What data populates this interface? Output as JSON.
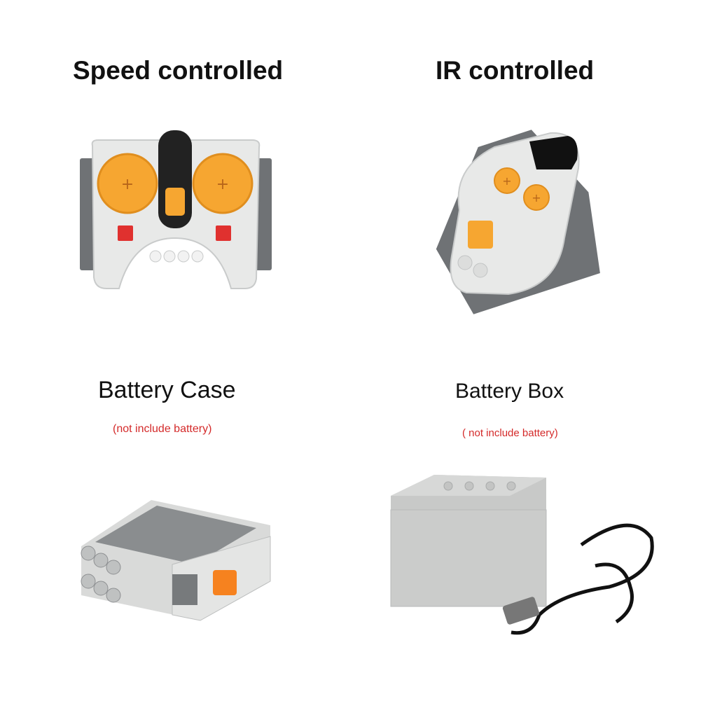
{
  "products": [
    {
      "title": "Speed controlled",
      "note": ""
    },
    {
      "title": "IR controlled",
      "note": ""
    },
    {
      "title": "Battery Case",
      "note": "(not include battery)"
    },
    {
      "title": "Battery Box",
      "note": "( not include battery)"
    }
  ],
  "colors": {
    "body_grey": "#e6e7e6",
    "dark_grey": "#6d7073",
    "orange": "#f6a631",
    "red_button": "#e0312f",
    "note_red": "#d42a2a"
  }
}
